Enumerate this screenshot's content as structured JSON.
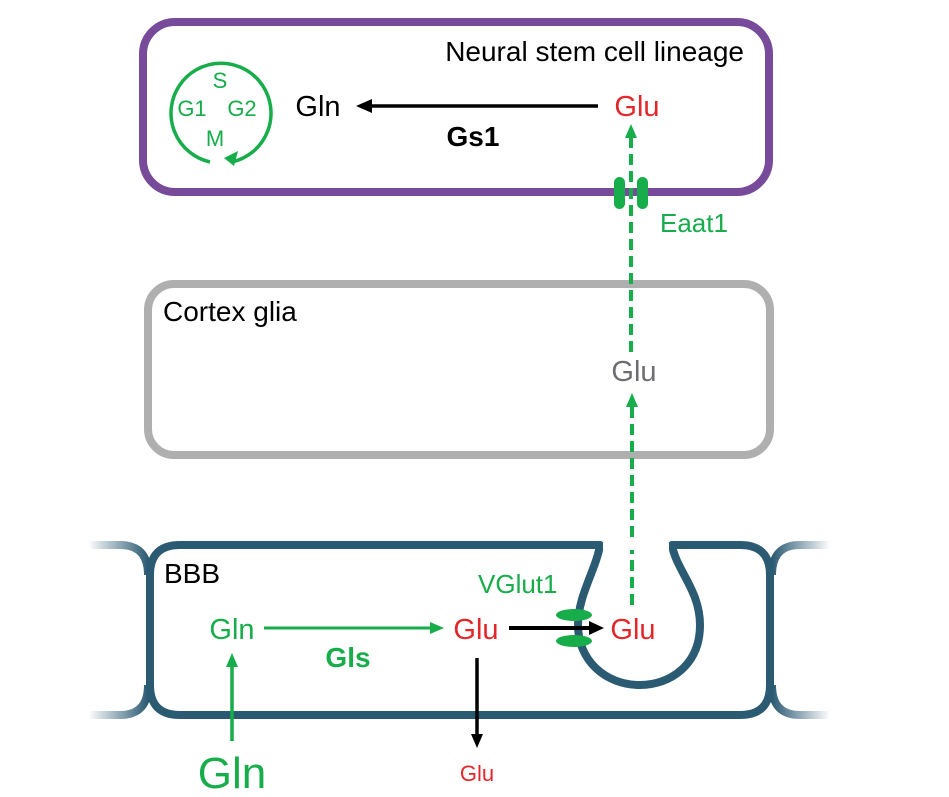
{
  "colors": {
    "purple": "#774a9a",
    "gray": "#afafaf",
    "teal": "#2b5a73",
    "green": "#16ad4a",
    "red": "#e3262a",
    "black": "#000000",
    "darkgray": "#6d6e71"
  },
  "nsc": {
    "title": "Neural stem cell lineage",
    "cycle": {
      "s": "S",
      "g1": "G1",
      "g2": "G2",
      "m": "M"
    },
    "gln": "Gln",
    "glu": "Glu",
    "enzyme": "Gs1",
    "transporter": "Eaat1"
  },
  "cortex": {
    "title": "Cortex glia",
    "glu": "Glu"
  },
  "bbb": {
    "title": "BBB",
    "gln": "Gln",
    "enzyme": "Gls",
    "glu": "Glu",
    "transporter": "VGlut1",
    "vesicle_glu": "Glu",
    "released_glu": "Glu"
  },
  "external": {
    "gln": "Gln"
  }
}
